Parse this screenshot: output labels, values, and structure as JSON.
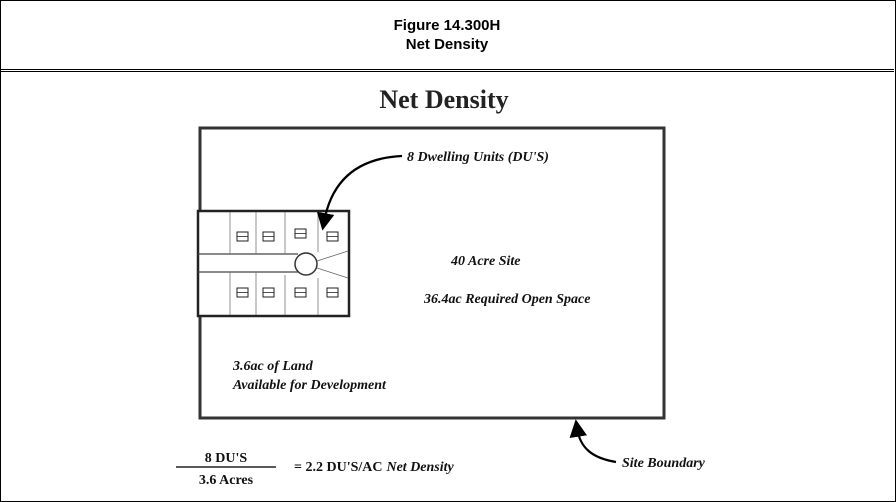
{
  "header": {
    "figure_number": "Figure 14.300H",
    "figure_title": "Net Density"
  },
  "diagram": {
    "title": "Net Density",
    "dwelling_units_label": "8 Dwelling Units (DU'S)",
    "site_label": "40 Acre Site",
    "open_space_label": "36.4ac Required Open Space",
    "land_label_line1": "3.6ac of Land",
    "land_label_line2": "Available for Development",
    "site_boundary_label": "Site Boundary",
    "formula": {
      "numerator": "8 DU'S",
      "denominator": "3.6 Acres",
      "result_plain": "= 2.2 DU'S/AC",
      "result_italic": "Net Density"
    }
  }
}
